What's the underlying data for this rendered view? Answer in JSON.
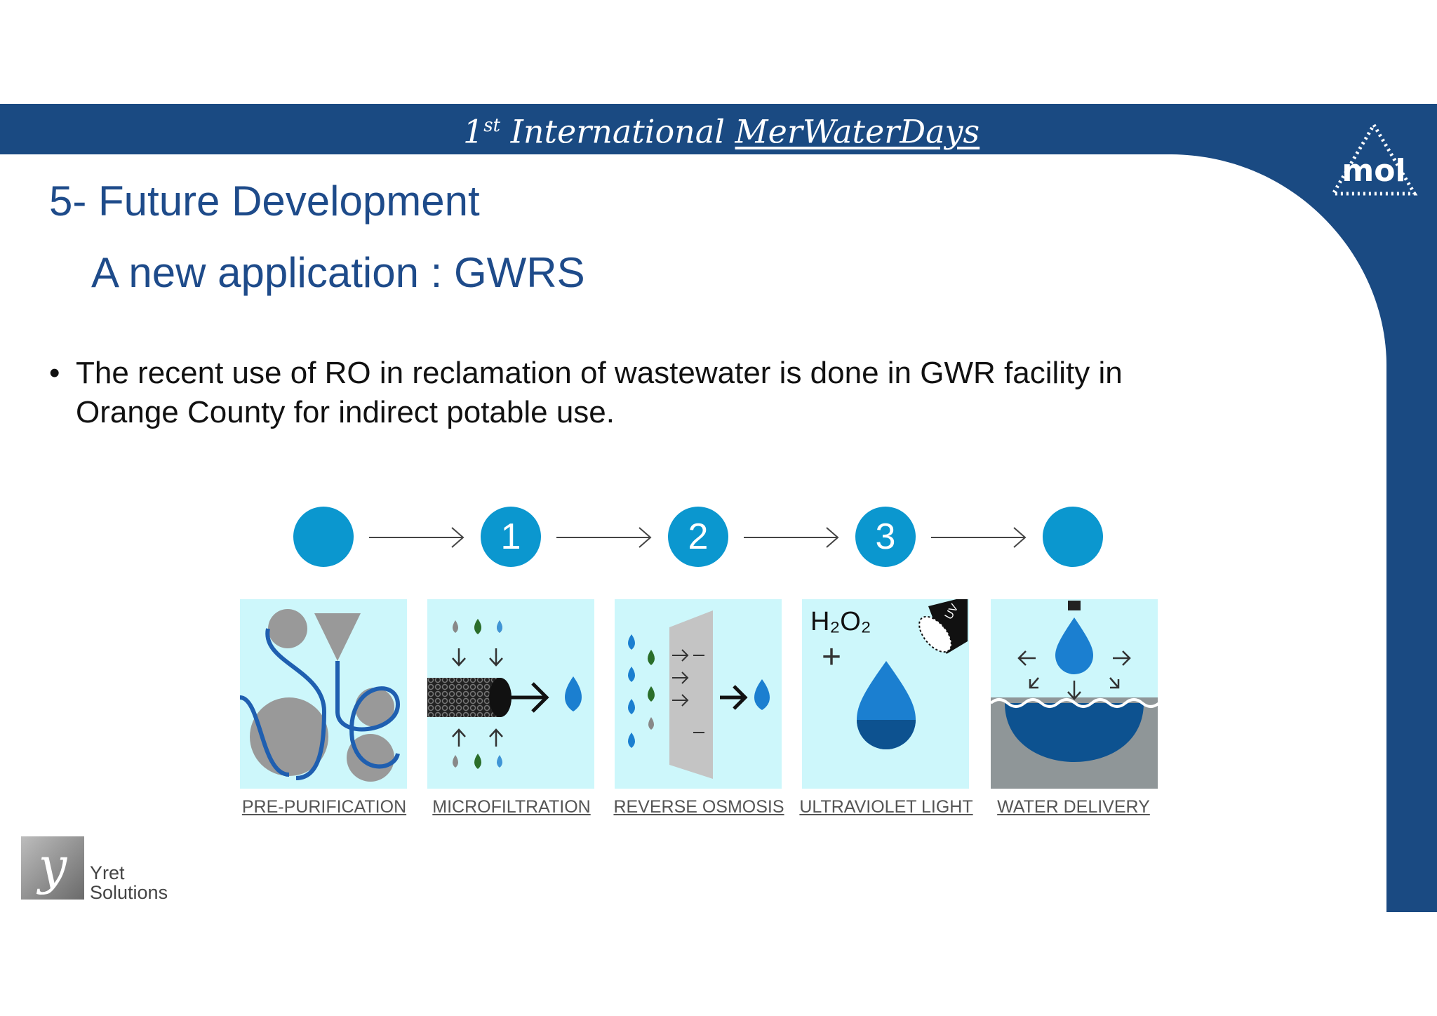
{
  "banner": {
    "ordinal": "1",
    "ordinal_suffix": "st",
    "word": "International",
    "brand": "MerWaterDays"
  },
  "logo": {
    "text": "mol"
  },
  "colors": {
    "navy": "#1a4a82",
    "accent": "#0b97cf",
    "tile": "#cdf7fb",
    "heading": "#1e4b8a"
  },
  "slide": {
    "title": "5- Future Development",
    "subtitle": "A new application : GWRS",
    "bullet": "The recent use of RO in reclamation of wastewater is done in GWR facility in Orange County for indirect potable use."
  },
  "process": {
    "steps": [
      {
        "number": "",
        "label": "PRE-PURIFICATION",
        "icon": "pre-purification-icon"
      },
      {
        "number": "1",
        "label": "MICROFILTRATION",
        "icon": "microfiltration-icon"
      },
      {
        "number": "2",
        "label": "REVERSE OSMOSIS",
        "icon": "reverse-osmosis-icon"
      },
      {
        "number": "3",
        "label": "ULTRAVIOLET LIGHT",
        "icon": "ultraviolet-icon"
      },
      {
        "number": "",
        "label": "WATER DELIVERY",
        "icon": "water-delivery-icon"
      }
    ],
    "uv_formula": "H₂O₂",
    "uv_plus": "+",
    "uv_lamp": "UV"
  },
  "footer": {
    "logo_letter": "y",
    "line1": "Yret",
    "line2": "Solutions"
  }
}
